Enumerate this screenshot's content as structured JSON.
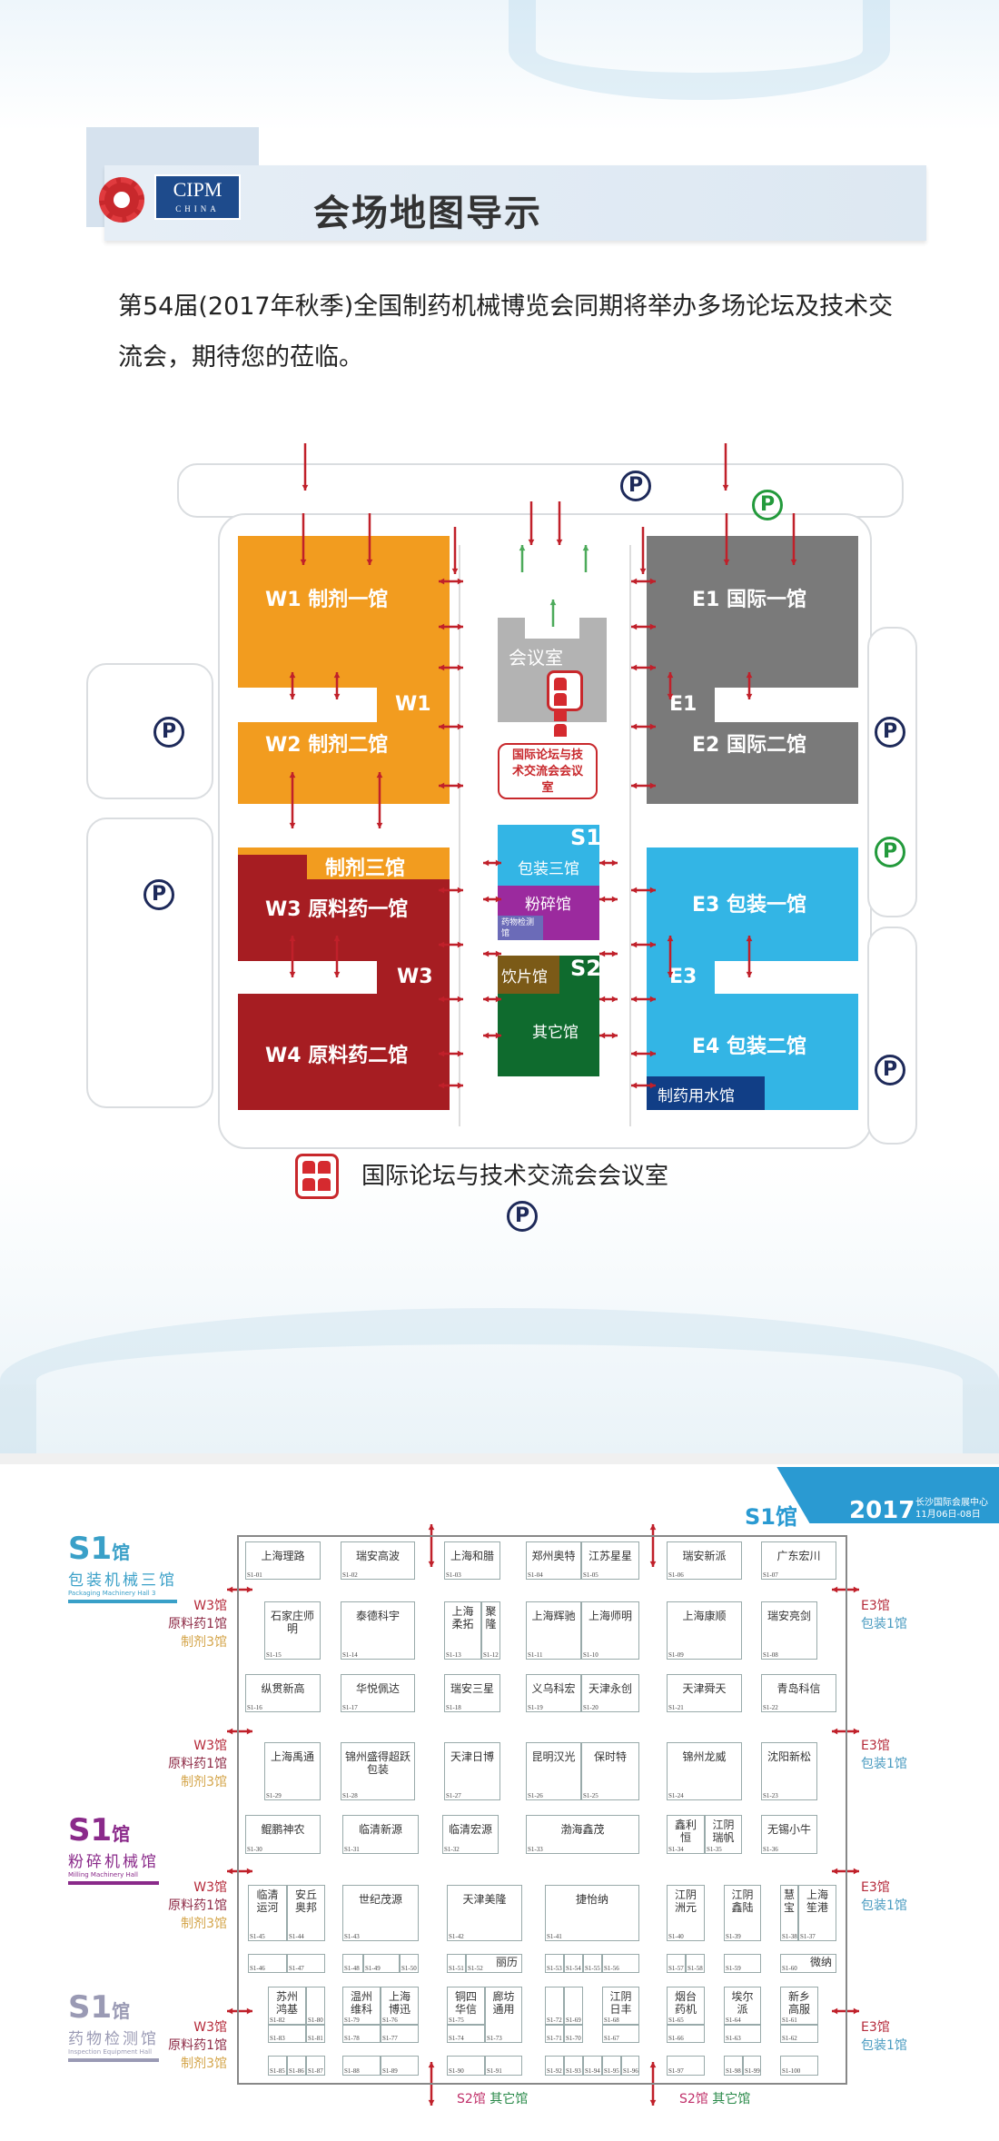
{
  "header": {
    "title": "会场地图导示",
    "logo_cipm": "CIPM",
    "logo_china": "CHINA"
  },
  "intro": "第54届(2017年秋季)全国制药机械博览会同期将举办多场论坛及技术交流会，期待您的莅临。",
  "map": {
    "halls": {
      "w1": "W1  制剂一馆",
      "w1_tag": "W1",
      "w2": "W2  制剂二馆",
      "w3_strip": "制剂三馆",
      "w3": "W3  原料药一馆",
      "w3_tag": "W3",
      "w4": "W4  原料药二馆",
      "e1": "E1  国际一馆",
      "e1_tag": "E1",
      "e2": "E2  国际二馆",
      "e3": "E3  包装一馆",
      "e3_tag": "E3",
      "e4": "E4  包装二馆",
      "water": "制药用水馆",
      "meeting": "会议室",
      "callout": "国际论坛与技术交流会会议室",
      "s1_tag": "S1",
      "s1": "包装三馆",
      "mill": "粉碎馆",
      "inspect": "药物检测馆",
      "s2_tag": "S2",
      "slice": "饮片馆",
      "other": "其它馆"
    },
    "parking": "P",
    "legend": "国际论坛与技术交流会会议室",
    "colors": {
      "orange": "#f29c1f",
      "red": "#a61d22",
      "gray": "#7a7a7a",
      "blue": "#33b5e5",
      "purple": "#9b2a9e",
      "green": "#0f6b2e",
      "navy": "#113e86"
    }
  },
  "plan": {
    "banner": {
      "hall": "S1馆",
      "year": "2017",
      "venue": "长沙国际会展中心",
      "dates": "11月06日-08日"
    },
    "sections": [
      {
        "big": "S1",
        "hall": "馆",
        "cn": "包装机械三馆",
        "en": "Packaging Machinery Hall 3",
        "color": "#3aa0c8"
      },
      {
        "big": "S1",
        "hall": "馆",
        "cn": "粉碎机械馆",
        "en": "Milling Machinery Hall",
        "color": "#8a2a8a"
      },
      {
        "big": "S1",
        "hall": "馆",
        "cn": "药物检测馆",
        "en": "Inspection Equipment Hall",
        "color": "#9a9ab4"
      }
    ],
    "door_west": {
      "a": "W3馆",
      "b": "原料药1馆",
      "c": "制剂3馆"
    },
    "door_east": {
      "a": "E3馆",
      "d": "包装1馆"
    },
    "door_south": {
      "a": "S2馆",
      "b": "其它馆"
    },
    "booths": [
      {
        "id": "S1-01",
        "name": "上海理路"
      },
      {
        "id": "S1-02",
        "name": "瑞安高波"
      },
      {
        "id": "S1-03",
        "name": "上海和腊"
      },
      {
        "id": "S1-04",
        "name": "郑州奥特"
      },
      {
        "id": "S1-05",
        "name": "江苏星星"
      },
      {
        "id": "S1-06",
        "name": "瑞安新派"
      },
      {
        "id": "S1-07",
        "name": "广东宏川"
      },
      {
        "id": "S1-15",
        "name": "石家庄师明"
      },
      {
        "id": "S1-14",
        "name": "泰德科宇"
      },
      {
        "id": "S1-13",
        "name": "上海柔拓"
      },
      {
        "id": "S1-12",
        "name": "聚隆"
      },
      {
        "id": "S1-11",
        "name": "上海辉驰"
      },
      {
        "id": "S1-10",
        "name": "上海师明"
      },
      {
        "id": "S1-09",
        "name": "上海康顺"
      },
      {
        "id": "S1-08",
        "name": "瑞安亮剑"
      },
      {
        "id": "S1-16",
        "name": "纵贯新高"
      },
      {
        "id": "S1-17",
        "name": "华悦佩达"
      },
      {
        "id": "S1-18",
        "name": "瑞安三星"
      },
      {
        "id": "S1-19",
        "name": "义乌科宏"
      },
      {
        "id": "S1-20",
        "name": "天津永创"
      },
      {
        "id": "S1-21",
        "name": "天津舜天"
      },
      {
        "id": "S1-22",
        "name": "青岛科信"
      },
      {
        "id": "S1-29",
        "name": "上海禹通"
      },
      {
        "id": "S1-28",
        "name": "锦州盛得超跃包装"
      },
      {
        "id": "S1-27",
        "name": "天津日博"
      },
      {
        "id": "S1-26",
        "name": "昆明汉光"
      },
      {
        "id": "S1-25",
        "name": "保时特"
      },
      {
        "id": "S1-24",
        "name": "锦州龙威"
      },
      {
        "id": "S1-23",
        "name": "沈阳新松"
      },
      {
        "id": "S1-30",
        "name": "鲲鹏神农"
      },
      {
        "id": "S1-31",
        "name": "临清新源"
      },
      {
        "id": "S1-32",
        "name": "临清宏源"
      },
      {
        "id": "S1-33",
        "name": "渤海鑫茂"
      },
      {
        "id": "S1-34",
        "name": "鑫利恒"
      },
      {
        "id": "S1-35",
        "name": "江阴瑞帆"
      },
      {
        "id": "S1-36",
        "name": "无锡小牛"
      },
      {
        "id": "S1-45",
        "name": "临清运河"
      },
      {
        "id": "S1-44",
        "name": "安丘奥邦"
      },
      {
        "id": "S1-43",
        "name": "世纪茂源"
      },
      {
        "id": "S1-42",
        "name": "天津美隆"
      },
      {
        "id": "S1-41",
        "name": "捷怡纳"
      },
      {
        "id": "S1-40",
        "name": "江阴洲元"
      },
      {
        "id": "S1-39",
        "name": "江阴鑫陆"
      },
      {
        "id": "S1-38",
        "name": "慧宝"
      },
      {
        "id": "S1-37",
        "name": "上海笙港"
      },
      {
        "id": "S1-46",
        "name": ""
      },
      {
        "id": "S1-47",
        "name": ""
      },
      {
        "id": "S1-48",
        "name": ""
      },
      {
        "id": "S1-49",
        "name": ""
      },
      {
        "id": "S1-50",
        "name": ""
      },
      {
        "id": "S1-51",
        "name": ""
      },
      {
        "id": "S1-52",
        "name": "丽历"
      },
      {
        "id": "S1-53",
        "name": ""
      },
      {
        "id": "S1-54",
        "name": ""
      },
      {
        "id": "S1-55",
        "name": ""
      },
      {
        "id": "S1-56",
        "name": ""
      },
      {
        "id": "S1-57",
        "name": ""
      },
      {
        "id": "S1-58",
        "name": ""
      },
      {
        "id": "S1-59",
        "name": ""
      },
      {
        "id": "S1-60",
        "name": "微纳"
      },
      {
        "id": "S1-82",
        "name": "苏州鸿基"
      },
      {
        "id": "S1-80",
        "name": ""
      },
      {
        "id": "S1-83",
        "name": ""
      },
      {
        "id": "S1-81",
        "name": ""
      },
      {
        "id": "S1-79",
        "name": "温州维科"
      },
      {
        "id": "S1-76",
        "name": "上海博迅"
      },
      {
        "id": "S1-78",
        "name": ""
      },
      {
        "id": "S1-77",
        "name": ""
      },
      {
        "id": "S1-75",
        "name": "铜四华信"
      },
      {
        "id": "S1-74",
        "name": ""
      },
      {
        "id": "S1-73",
        "name": "廊坊通用"
      },
      {
        "id": "S1-72",
        "name": ""
      },
      {
        "id": "S1-69",
        "name": ""
      },
      {
        "id": "S1-71",
        "name": ""
      },
      {
        "id": "S1-70",
        "name": ""
      },
      {
        "id": "S1-68",
        "name": "江阴日丰"
      },
      {
        "id": "S1-67",
        "name": ""
      },
      {
        "id": "S1-65",
        "name": "烟台药机"
      },
      {
        "id": "S1-66",
        "name": ""
      },
      {
        "id": "S1-64",
        "name": "埃尔派"
      },
      {
        "id": "S1-63",
        "name": ""
      },
      {
        "id": "S1-61",
        "name": "新乡高服"
      },
      {
        "id": "S1-62",
        "name": ""
      },
      {
        "id": "S1-85",
        "name": ""
      },
      {
        "id": "S1-86",
        "name": ""
      },
      {
        "id": "S1-87",
        "name": ""
      },
      {
        "id": "S1-88",
        "name": ""
      },
      {
        "id": "S1-89",
        "name": ""
      },
      {
        "id": "S1-90",
        "name": ""
      },
      {
        "id": "S1-91",
        "name": ""
      },
      {
        "id": "S1-92",
        "name": ""
      },
      {
        "id": "S1-93",
        "name": ""
      },
      {
        "id": "S1-94",
        "name": ""
      },
      {
        "id": "S1-95",
        "name": ""
      },
      {
        "id": "S1-96",
        "name": ""
      },
      {
        "id": "S1-97",
        "name": ""
      },
      {
        "id": "S1-98",
        "name": ""
      },
      {
        "id": "S1-99",
        "name": ""
      },
      {
        "id": "S1-100",
        "name": ""
      }
    ]
  }
}
